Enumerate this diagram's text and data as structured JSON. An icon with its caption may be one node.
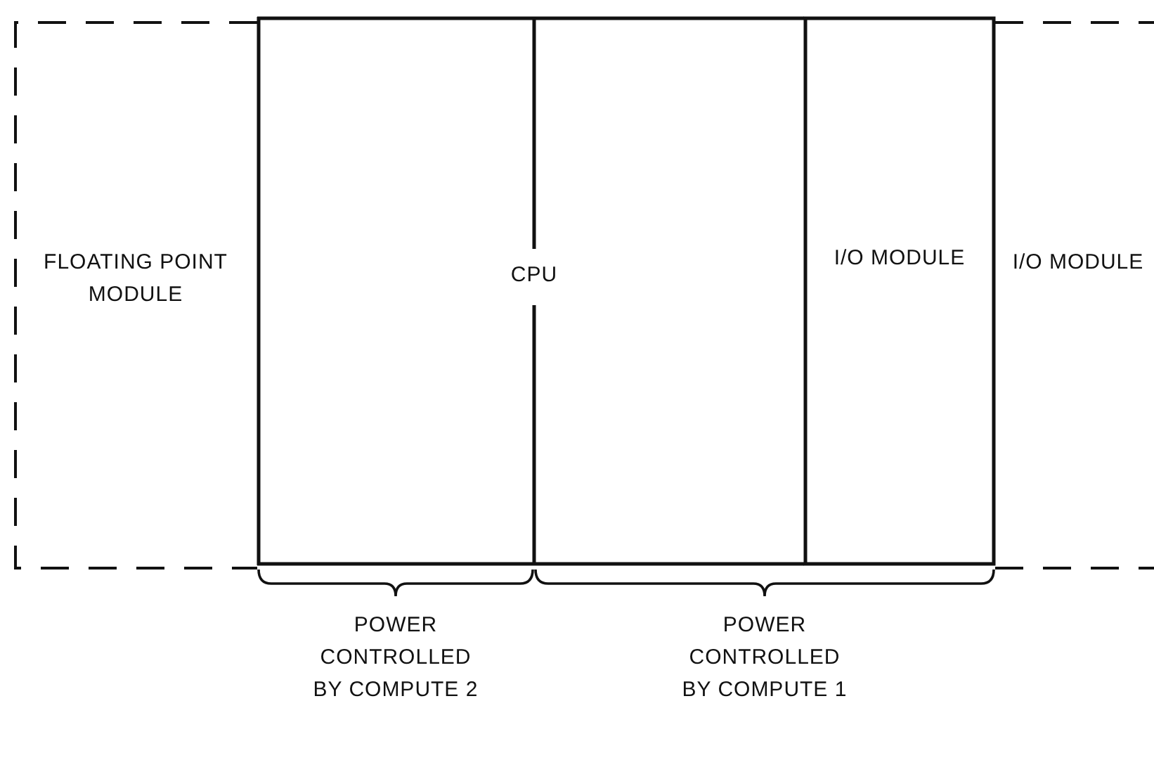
{
  "diagram": {
    "nodes": [
      {
        "text": [
          "FLOATING POINT MODULE"
        ]
      },
      {
        "text": [
          "CPU"
        ]
      },
      {
        "text": [
          "I/O MODULE"
        ]
      },
      {
        "text": [
          "I/O MODULE"
        ]
      }
    ],
    "labels": [
      "POWER CONTROLLED BY COMPUTE 2",
      "POWER CONTROLLED BY COMPUTE 1"
    ]
  }
}
